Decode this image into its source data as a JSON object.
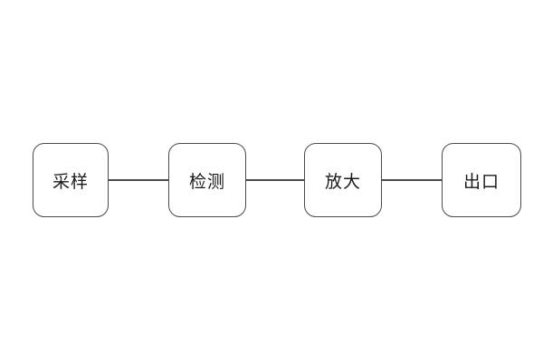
{
  "diagram": {
    "type": "flowchart",
    "direction": "horizontal",
    "nodes": [
      {
        "id": "sampling",
        "label": "采样"
      },
      {
        "id": "detection",
        "label": "检测"
      },
      {
        "id": "amplification",
        "label": "放大"
      },
      {
        "id": "outlet",
        "label": "出口"
      }
    ],
    "connections": [
      {
        "from": "采样",
        "to": "检测"
      },
      {
        "from": "检测",
        "to": "放大"
      },
      {
        "from": "放大",
        "to": "出口"
      }
    ],
    "colors": {
      "background": "#ffffff",
      "node_fill": "#ffffff",
      "node_border": "#4a4a4a",
      "text": "#1a1a1a",
      "connector": "#4a4a4a"
    }
  }
}
